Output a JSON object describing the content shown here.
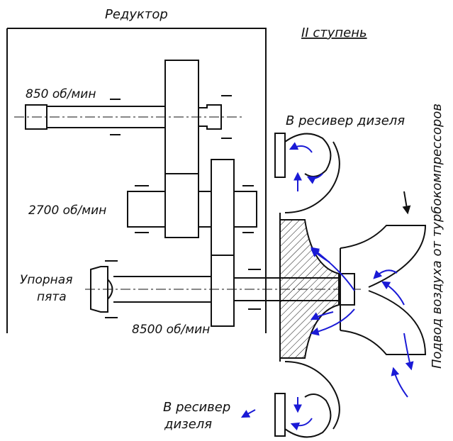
{
  "labels": {
    "reducer": "Редуктор",
    "stage": "II ступень",
    "speed_850": "850 об/мин",
    "speed_2700": "2700 об/мин",
    "speed_8500": "8500 об/мин",
    "thrust_line1": "Упорная",
    "thrust_line2": "пята",
    "receiver_top": "В ресивер дизеля",
    "receiver_bottom_line1": "В ресивер",
    "receiver_bottom_line2": "дизеля",
    "air_supply": "Подвод воздуха от турбокомпрессоров"
  },
  "colors": {
    "line": "#111111",
    "flow_arrow": "#1a1ad6",
    "background": "#ffffff"
  }
}
